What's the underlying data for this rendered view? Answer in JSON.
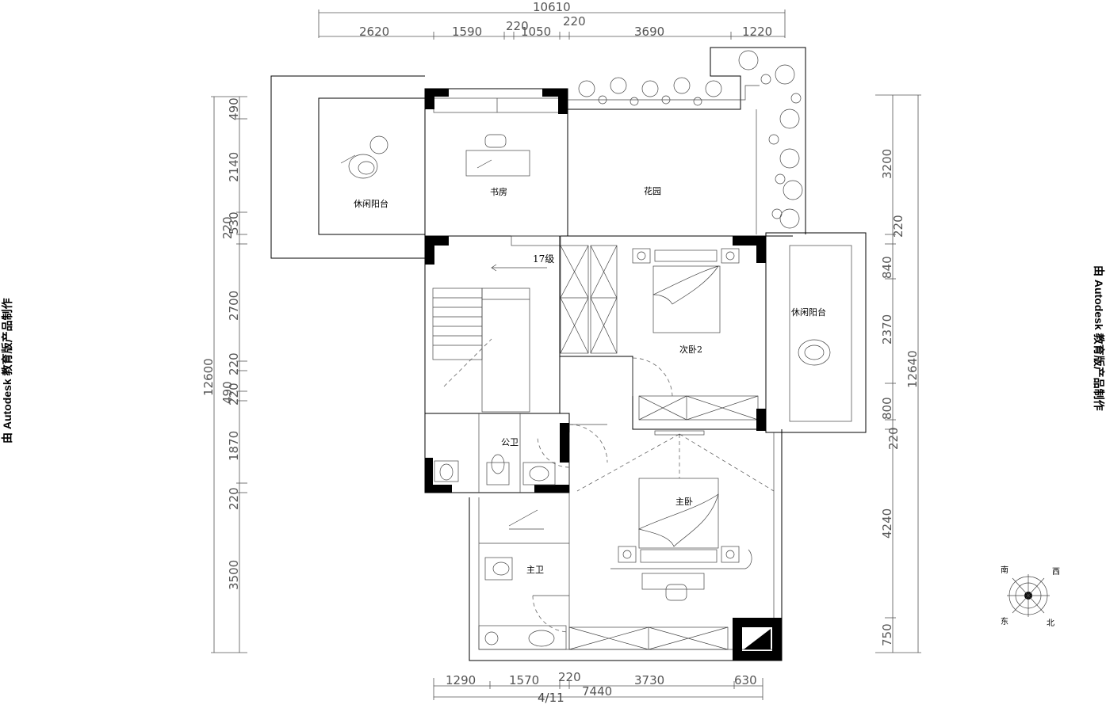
{
  "watermark": "由 Autodesk 教育版产品制作",
  "page_number": "4/11",
  "stair_label": "17级",
  "rooms": {
    "balcony_left": "休闲阳台",
    "study": "书房",
    "garden": "花园",
    "bedroom2": "次卧2",
    "balcony_right": "休闲阳台",
    "public_bath": "公卫",
    "master_bedroom": "主卧",
    "master_bath": "主卫"
  },
  "compass": {
    "south": "南",
    "west": "西",
    "east": "东",
    "north": "北"
  },
  "dims_top": {
    "total": "10610",
    "d1": "2620",
    "d2": "1590",
    "d3": "220",
    "d4": "1050",
    "d5": "220",
    "d6": "3690",
    "d7": "1220"
  },
  "dims_bottom": {
    "total": "7440",
    "d1": "1290",
    "d2": "1570",
    "d3": "220",
    "d4": "3730",
    "d5": "630"
  },
  "dims_left": {
    "total": "12600",
    "d1": "490",
    "d2": "2140",
    "d3": "530",
    "d4": "220",
    "d5": "2700",
    "d6": "220",
    "d7": "490",
    "d8": "220",
    "d9": "1870",
    "d10": "220",
    "d11": "3500"
  },
  "dims_right": {
    "total": "12640",
    "d1": "3200",
    "d2": "220",
    "d3": "840",
    "d4": "2370",
    "d5": "800",
    "d6": "220",
    "d7": "4240",
    "d8": "750"
  }
}
